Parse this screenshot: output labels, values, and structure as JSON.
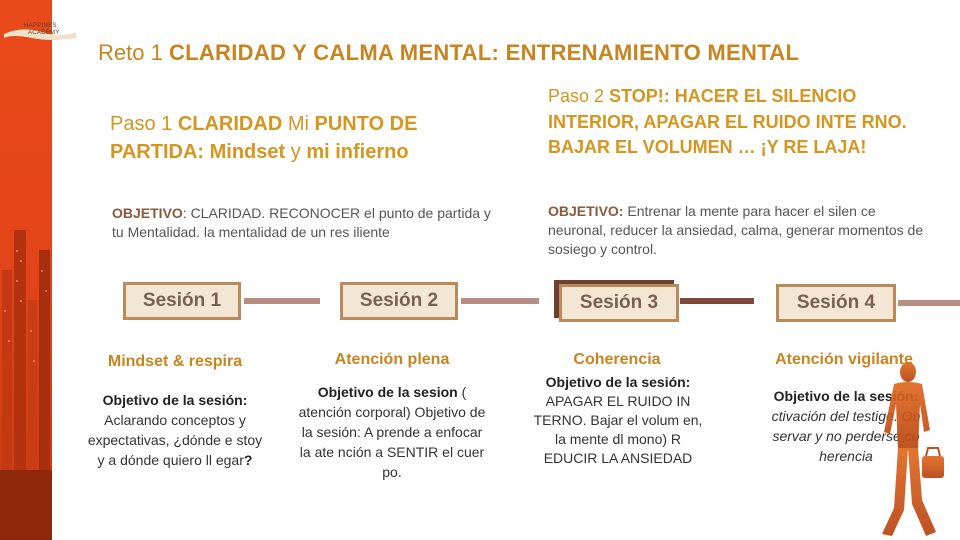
{
  "logo": {
    "line1": "HAPPINES",
    "line2": "ACADEMY"
  },
  "title": {
    "prefix": "Reto 1 ",
    "bold": "CLARIDAD Y CALMA MENTAL: ENTRENAMIENTO MENTAL"
  },
  "paso1": {
    "p1": "Paso 1 ",
    "b1": "CLARIDAD",
    "p2": " Mi ",
    "b2": "PUNTO DE PARTIDA: Mindset",
    "p3": " y ",
    "b3": "mi infierno"
  },
  "paso2": {
    "p1": "Paso 2 ",
    "b1": "STOP!: HACER EL SILENCIO INTERIOR, APAGAR EL RUIDO INTE RNO. BAJAR EL VOLUMEN … ¡Y RE LAJA!"
  },
  "objetivo1": {
    "label": "OBJETIVO",
    "text": ": CLARIDAD. RECONOCER el punto de partida y tu Mentalidad. la mentalidad de un res iliente"
  },
  "objetivo2": {
    "label": "OBJETIVO:",
    "text": " Entrenar la mente para hacer el silen ce neuronal, reducer la ansiedad, calma, generar momentos de sosiego y control."
  },
  "sessions": [
    {
      "label": "Sesión 1",
      "subtitle": "Mindset & respira",
      "desc_bold": "Objetivo de la sesión:",
      "desc": " Aclarando conceptos y expectativas, ¿dónde e stoy y a dónde quiero ll egar",
      "desc_tail": "?"
    },
    {
      "label": "Sesión 2",
      "subtitle": "Atención plena",
      "desc_bold": "Objetivo de la sesion",
      "desc": " ( atención corporal) Objetivo de la sesión: A prende a enfocar la ate nción a SENTIR el cuer po."
    },
    {
      "label": "Sesión 3",
      "subtitle": "Coherencia",
      "desc_bold": "Objetivo de la sesión:",
      "desc": " APAGAR EL RUIDO IN TERNO. Bajar el volum en, la mente dl mono) R EDUCIR LA ANSIEDAD"
    },
    {
      "label": "Sesión 4",
      "subtitle": "Atención vigilante",
      "desc_bold": "Objetivo de la sesión:",
      "desc": " ctivación del testigo. Ob servar y no perderse co herencia"
    }
  ],
  "colors": {
    "band": "#e8491a",
    "title": "#c8841f",
    "session_border": "#b98a5a",
    "session_fill": "#f3e6d5",
    "connector": "#b78f82"
  }
}
